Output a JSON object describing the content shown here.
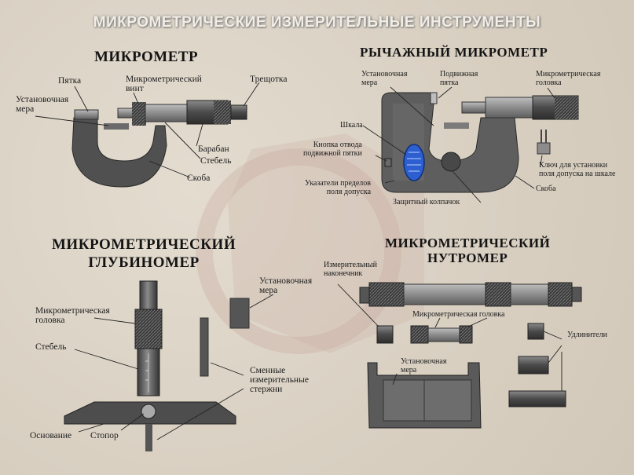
{
  "banner_title": "МИКРОМЕТРИЧЕСКИЕ ИЗМЕРИТЕЛЬНЫЕ ИНСТРУМЕНТЫ",
  "colors": {
    "background": "#ddd5c8",
    "metal_dark": "#3d3d3d",
    "metal_mid": "#6e6e6e",
    "scale_blue": "#2d5fd0",
    "watermark": "#c9a9a0"
  },
  "micrometer": {
    "title": "МИКРОМЕТР",
    "labels": {
      "heel": "Пятка",
      "screw": "Микрометрический\nвинт",
      "ratchet": "Трещотка",
      "setting_gauge": "Установочная\nмера",
      "drum": "Барабан",
      "stem": "Стебель",
      "frame": "Скоба"
    }
  },
  "lever_micrometer": {
    "title": "РЫЧАЖНЫЙ МИКРОМЕТР",
    "labels": {
      "setting_gauge": "Установочная\nмера",
      "movable_heel": "Подвижная\nпятка",
      "head": "Микрометрическая\nголовка",
      "scale": "Шкала",
      "release_button": "Кнопка отвода\nподвижной пятки",
      "tolerance_pointers": "Указатели пределов\nполя допуска",
      "cap": "Защитный колпачок",
      "frame": "Скоба",
      "key": "Ключ для установки\nполя допуска на шкале"
    }
  },
  "depth_gauge": {
    "title": "МИКРОМЕТРИЧЕСКИЙ\nГЛУБИНОМЕР",
    "labels": {
      "setting_gauge": "Установочная\nмера",
      "head": "Микрометрическая\nголовка",
      "stem": "Стебель",
      "rods": "Сменные\nизмерительные\nстержни",
      "base": "Основание",
      "stopper": "Стопор"
    }
  },
  "bore_gauge": {
    "title": "МИКРОМЕТРИЧЕСКИЙ\nНУТРОМЕР",
    "labels": {
      "tip": "Измерительный\nнаконечник",
      "head": "Микрометрическая головка",
      "extensions": "Удлинители",
      "setting_gauge": "Установочная\nмера"
    }
  }
}
